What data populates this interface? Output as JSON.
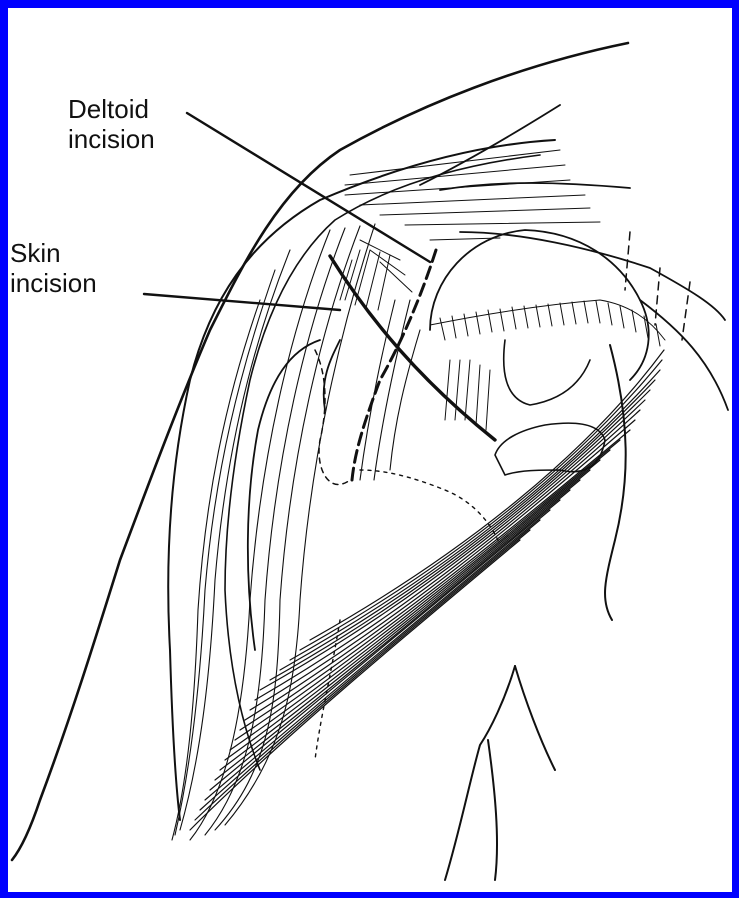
{
  "labels": {
    "deltoid": {
      "line1": "Deltoid",
      "line2": "incision"
    },
    "skin": {
      "line1": "Skin",
      "line2": "incision"
    }
  },
  "colors": {
    "border": "#0000ff",
    "background": "#ffffff",
    "ink": "#111111"
  }
}
